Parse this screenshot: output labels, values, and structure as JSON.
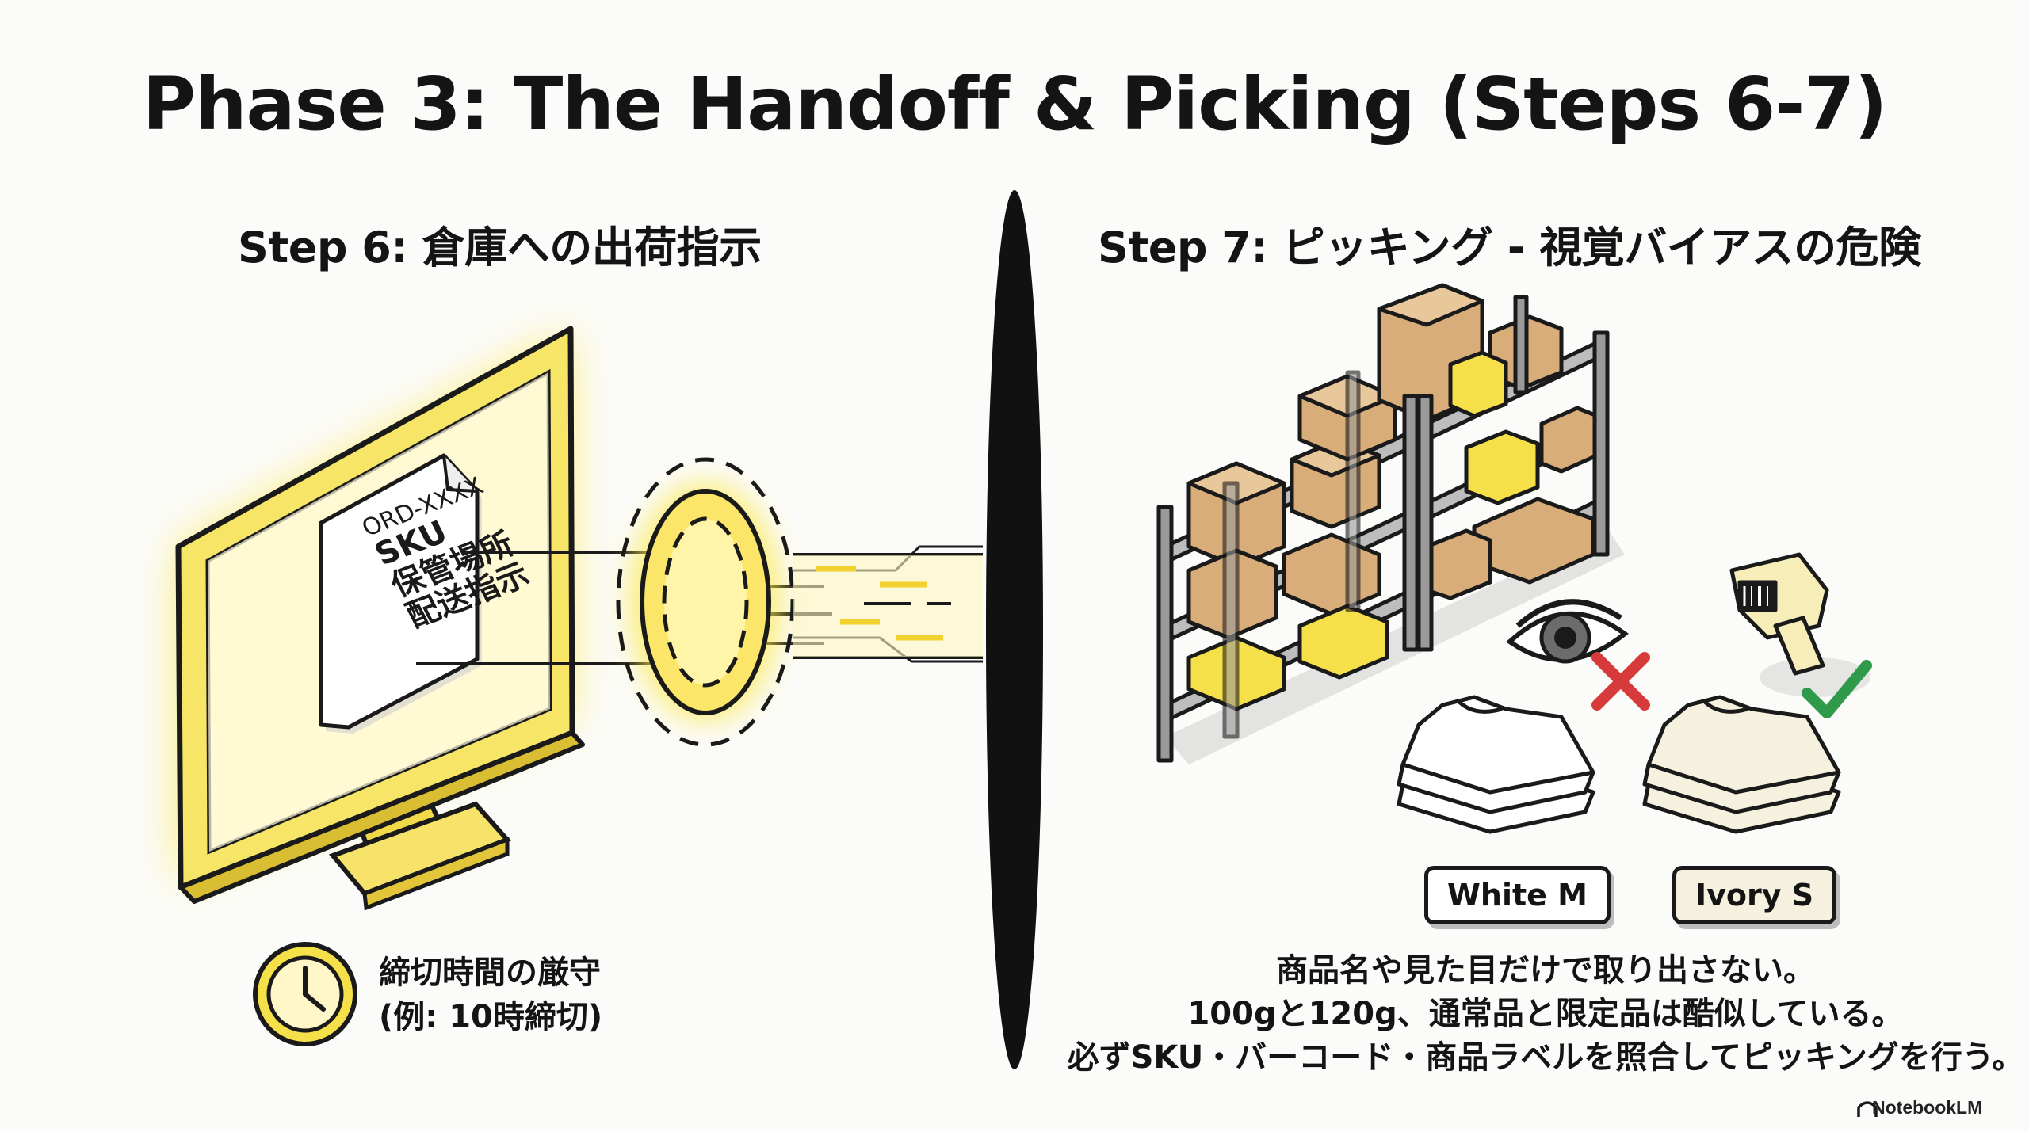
{
  "title": "Phase 3: The Handoff & Picking (Steps 6-7)",
  "step6": {
    "title": "Step 6: 倉庫への出荷指示",
    "document": {
      "order_id": "ORD-XXXX",
      "lines": [
        "SKU",
        "保管場所",
        "配送指示"
      ]
    },
    "deadline": {
      "label": "締切時間の厳守",
      "example": "(例: 10時締切)"
    }
  },
  "step7": {
    "title": "Step 7: ピッキング - 視覚バイアスの危険",
    "labels": {
      "wrong": "White M",
      "right": "Ivory S"
    },
    "warning_lines": [
      "商品名や見た目だけで取り出さない。",
      "100gと120g、通常品と限定品は酷似している。",
      "必ずSKU・バーコード・商品ラベルを照合してピッキングを行う。"
    ]
  },
  "brand": "NotebookLM",
  "colors": {
    "accent_yellow": "#f5e04a",
    "glow_yellow": "#fbe94f",
    "error_red": "#d63a3a",
    "ok_green": "#2f9a4a",
    "ink": "#141414"
  },
  "icons": [
    "monitor-icon",
    "document-icon",
    "portal-icon",
    "clock-icon",
    "shelf-icon",
    "box-icon",
    "eye-icon",
    "cross-icon",
    "scanner-icon",
    "check-icon",
    "tshirt-icon",
    "notebooklm-logo-icon"
  ]
}
